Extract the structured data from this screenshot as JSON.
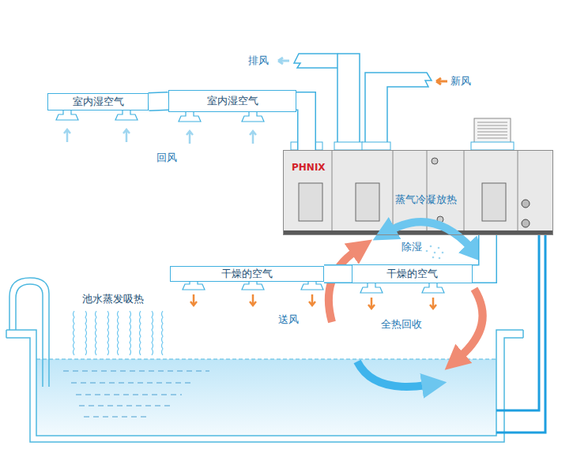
{
  "diagram": {
    "nodes": [
      {
        "text": [
          "室内湿空气"
        ]
      },
      {
        "text": [
          "室内湿空气"
        ]
      },
      {
        "text": [
          "PHNIX"
        ]
      },
      {
        "text": [
          "干燥的空气"
        ]
      },
      {
        "text": [
          "干燥的空气"
        ]
      }
    ],
    "edges": [
      {
        "from": 0,
        "to": 1,
        "arrow": "none"
      },
      {
        "from": 1,
        "to": 2,
        "arrow": "none"
      },
      {
        "from": 2,
        "to": 4,
        "arrow": "none"
      },
      {
        "from": 4,
        "to": 3,
        "arrow": "none"
      }
    ],
    "labels": [
      "排风",
      "新风",
      "回风",
      "蒸气冷凝放热",
      "除湿",
      "池水蒸发吸热",
      "送风",
      "全热回收"
    ]
  }
}
